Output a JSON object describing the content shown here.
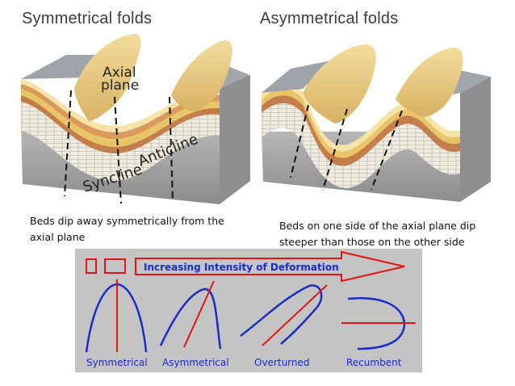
{
  "titles": {
    "symmetrical": "Symmetrical folds",
    "asymmetrical": "Asymmetrical folds"
  },
  "block_labels": {
    "axial_line1": "Axial",
    "axial_line2": "plane",
    "anticline": "Anticline",
    "syncline": "Syncline"
  },
  "captions": {
    "symmetrical": "Beds dip away symmetrically from the axial plane",
    "asymmetrical": "Beds on one side of the axial plane dip steeper than those on the other side"
  },
  "diagram": {
    "arrow_label": "Increasing Intensity of Deformation",
    "fold_types": [
      "Symmetrical",
      "Asymmetrical",
      "Overturned",
      "Recumbent"
    ]
  },
  "colors": {
    "limb_blue": "#1a2cc8",
    "axis_red": "#e01616",
    "panel_gray": "#c4c4c4"
  }
}
